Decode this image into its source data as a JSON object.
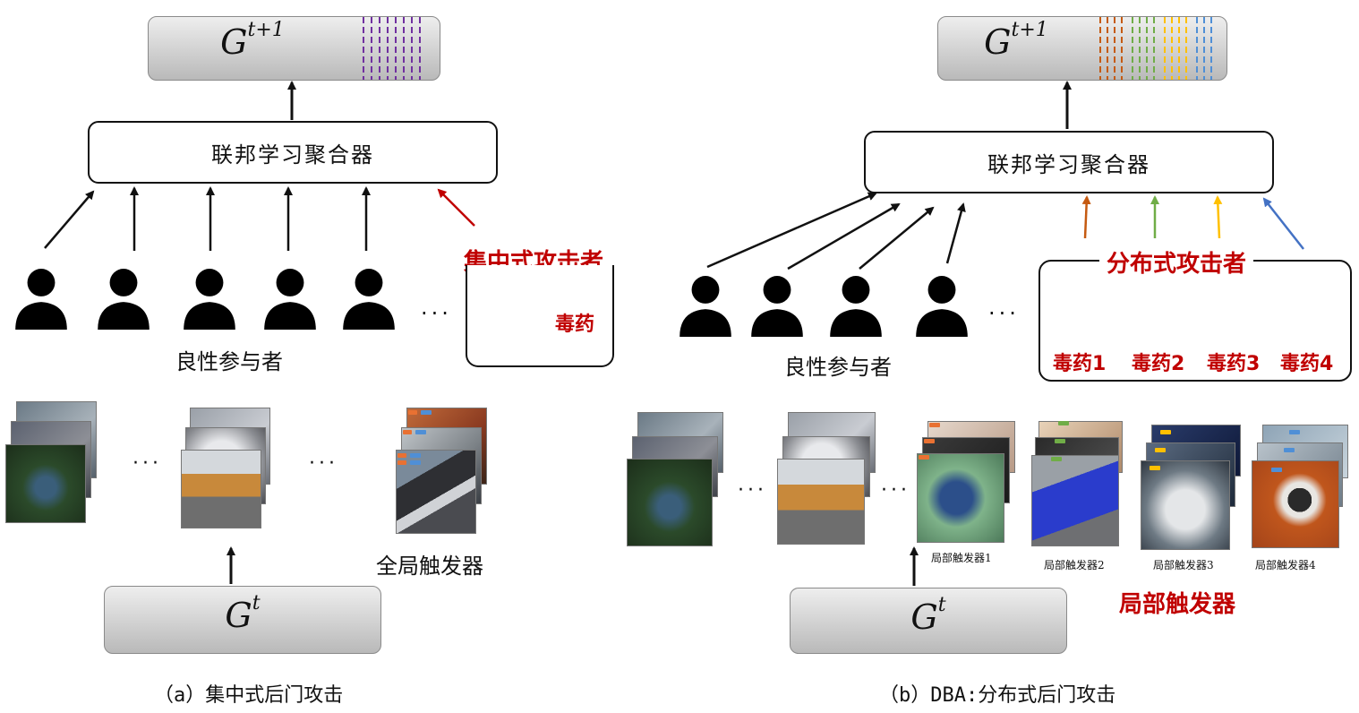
{
  "panel_a": {
    "model_top": {
      "base": "G",
      "sup": "t+1"
    },
    "aggregator": "联邦学习聚合器",
    "attacker_title": "集中式攻击者",
    "poison_label": "毒药",
    "benign_label": "良性参与者",
    "trigger_label": "全局触发器",
    "model_bottom": {
      "base": "G",
      "sup": "t"
    },
    "caption": "（a）集中式后门攻击",
    "ellipsis": "···"
  },
  "panel_b": {
    "model_top": {
      "base": "G",
      "sup": "t+1"
    },
    "aggregator": "联邦学习聚合器",
    "attacker_title": "分布式攻击者",
    "poison_labels": [
      "毒药1",
      "毒药2",
      "毒药3",
      "毒药4"
    ],
    "benign_label": "良性参与者",
    "local_triggers": [
      "局部触发器1",
      "局部触发器2",
      "局部触发器3",
      "局部触发器4"
    ],
    "local_trigger_title": "局部触发器",
    "model_bottom": {
      "base": "G",
      "sup": "t"
    },
    "caption": "（b）DBA:分布式后门攻击",
    "ellipsis": "···"
  },
  "colors": {
    "attack_red": "#c00000",
    "poison_a": "#7030a0",
    "poison_1": "#c55a11",
    "poison_2": "#70ad47",
    "poison_3": "#ffc000",
    "poison_4": "#4472c4",
    "trigger_orange": "#e97132",
    "trigger_blue": "#4f8fd6"
  },
  "icons": [
    "person-icon",
    "poison-flask-icon"
  ]
}
